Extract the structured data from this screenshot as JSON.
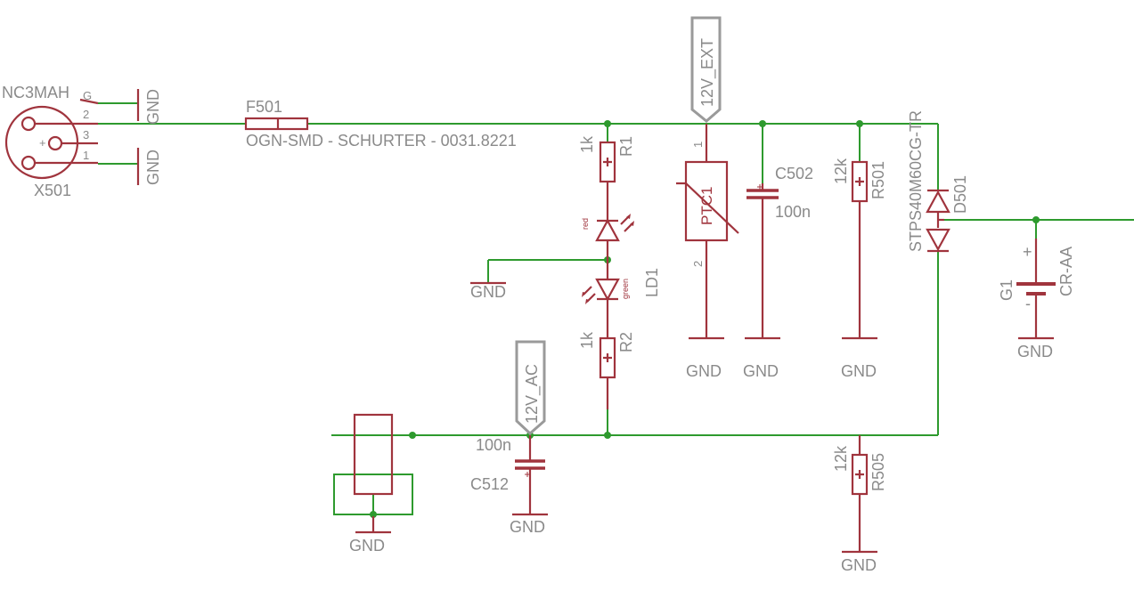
{
  "connector": {
    "name": "NC3MAH",
    "ref": "X501",
    "pin_g": "G",
    "pin_2": "2",
    "pin_3": "3",
    "pin_1": "1"
  },
  "fuse": {
    "ref": "F501",
    "value": "OGN-SMD - SCHURTER - 0031.8221"
  },
  "net_labels": {
    "ext": "12V_EXT",
    "ac": "12V_AC"
  },
  "gnd": "GND",
  "r1": {
    "ref": "R1",
    "value": "1k"
  },
  "r2": {
    "ref": "R2",
    "value": "1k"
  },
  "led": {
    "ref": "LD1",
    "top_color": "red",
    "bottom_color": "green"
  },
  "ptc": {
    "ref": "PTC1",
    "pin1": "1",
    "pin2": "2"
  },
  "c502": {
    "ref": "C502",
    "value": "100n"
  },
  "r501": {
    "ref": "R501",
    "value": "12k"
  },
  "d501": {
    "ref": "D501",
    "value": "STPS40M60CG-TR"
  },
  "g1": {
    "ref": "G1",
    "value": "CR-AA",
    "plus": "+",
    "minus": "-"
  },
  "c512": {
    "ref": "C512",
    "value": "100n"
  },
  "r505": {
    "ref": "R505",
    "value": "12k"
  },
  "colors": {
    "wire": "#2e9a2e",
    "symbol": "#a0343d",
    "label": "#8a8a8a"
  }
}
